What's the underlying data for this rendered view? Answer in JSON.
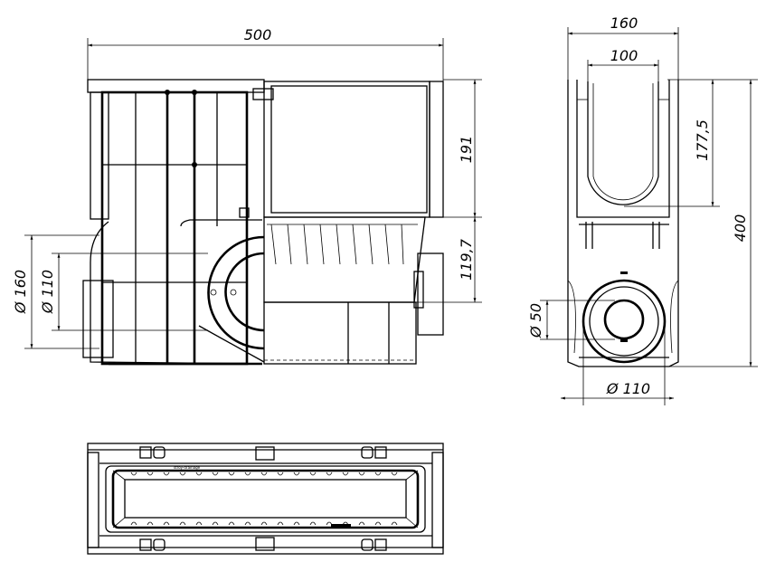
{
  "drawing": {
    "front_view": {
      "width_label": "500",
      "upper_height_label": "191",
      "lower_height_label": "119,7",
      "outer_outlet_diameter_label": "Ø 160",
      "inner_outlet_diameter_label": "Ø 110"
    },
    "side_view": {
      "outer_width_label": "160",
      "channel_width_label": "100",
      "channel_depth_label": "177,5",
      "total_height_label": "400",
      "small_outlet_diameter_label": "Ø 50",
      "outlet_diameter_label": "Ø 110"
    },
    "top_view": {
      "logo_text": "stroy-drainage"
    }
  }
}
